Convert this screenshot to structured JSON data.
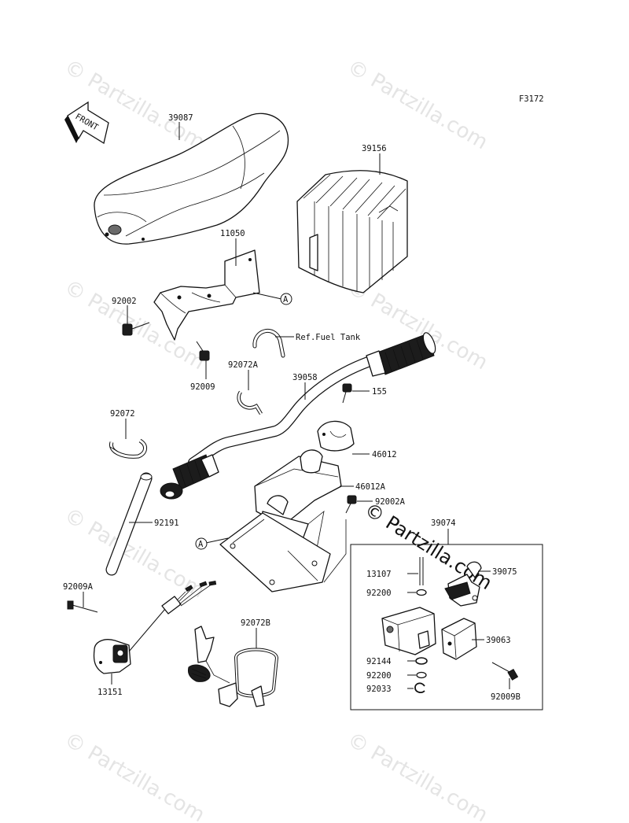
{
  "figure_code": "F3172",
  "front_arrow_text": "FRONT",
  "watermark": "© Partzilla.com",
  "callout_letter": "A",
  "labels": {
    "p39087": "39087",
    "p39156": "39156",
    "p11050": "11050",
    "p92002": "92002",
    "p92009": "92009",
    "ref_fuel_tank": "Ref.Fuel Tank",
    "p92072A": "92072A",
    "p39058": "39058",
    "p155": "155",
    "p92072": "92072",
    "p46012": "46012",
    "p46012A": "46012A",
    "p92002A": "92002A",
    "p92191": "92191",
    "p39074": "39074",
    "p13107": "13107",
    "p39075": "39075",
    "p92200a": "92200",
    "p92009A": "92009A",
    "p92072B": "92072B",
    "p39063": "39063",
    "p92144": "92144",
    "p92200b": "92200",
    "p92033": "92033",
    "p13151": "13151",
    "p92009B": "92009B"
  }
}
